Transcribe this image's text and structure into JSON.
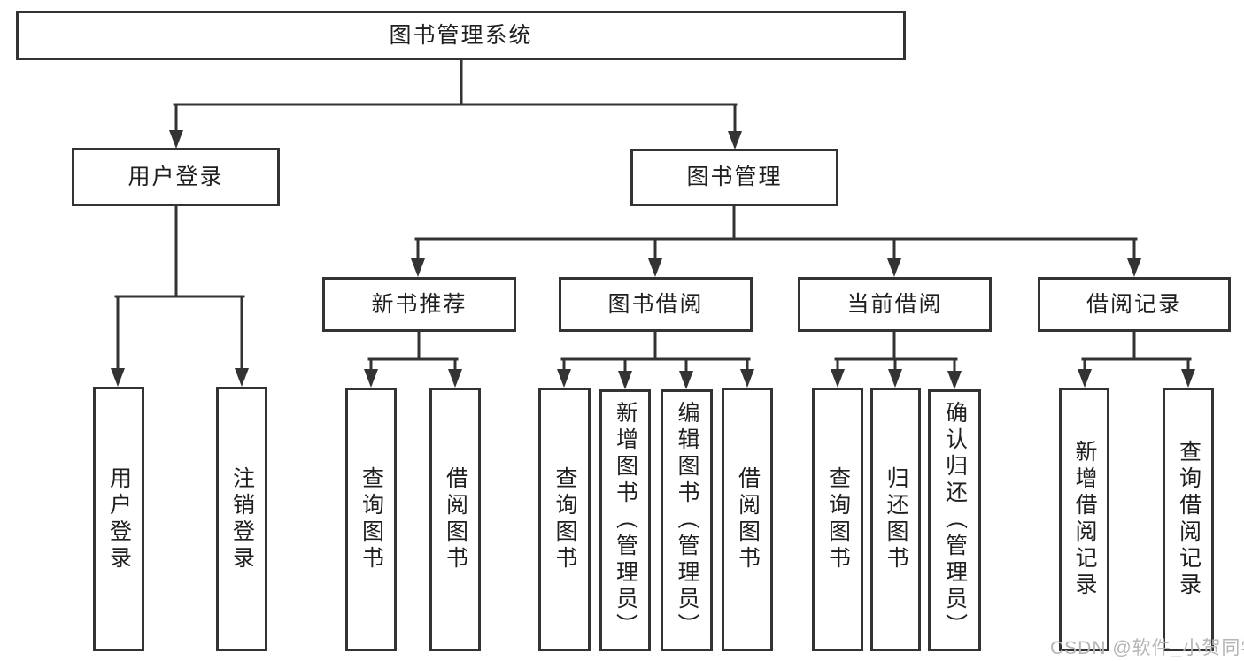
{
  "tree": {
    "root": {
      "label": "图书管理系统",
      "children": [
        {
          "label": "用户登录",
          "children": [
            {
              "label": "用户登录"
            },
            {
              "label": "注销登录"
            }
          ]
        },
        {
          "label": "图书管理",
          "children": [
            {
              "label": "新书推荐",
              "children": [
                {
                  "label": "查询图书"
                },
                {
                  "label": "借阅图书"
                }
              ]
            },
            {
              "label": "图书借阅",
              "children": [
                {
                  "label": "查询图书"
                },
                {
                  "label": "新增图书（管理员）"
                },
                {
                  "label": "编辑图书（管理员）"
                },
                {
                  "label": "借阅图书"
                }
              ]
            },
            {
              "label": "当前借阅",
              "children": [
                {
                  "label": "查询图书"
                },
                {
                  "label": "归还图书"
                },
                {
                  "label": "确认归还（管理员）"
                }
              ]
            },
            {
              "label": "借阅记录",
              "children": [
                {
                  "label": "新增借阅记录"
                },
                {
                  "label": "查询借阅记录"
                }
              ]
            }
          ]
        }
      ]
    }
  },
  "watermark": {
    "text": "CSDN @软件_小贺同学"
  },
  "colors": {
    "line": "#333333",
    "text": "#1f1f1f",
    "background": "#ffffff",
    "watermark": "#b5b5b5"
  }
}
